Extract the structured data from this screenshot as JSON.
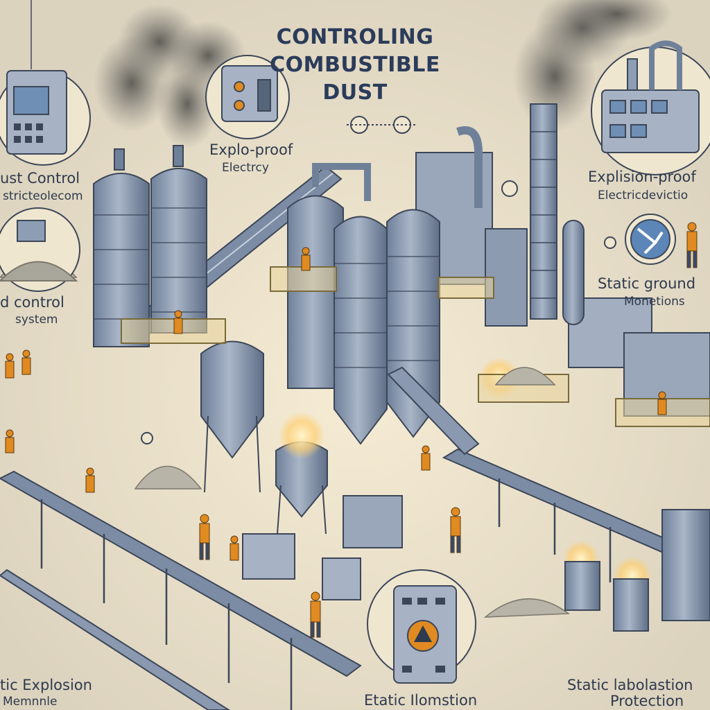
{
  "title": {
    "line1": "CONTROLING",
    "line2": "COMBUSTIBLE",
    "line3": "DUST"
  },
  "labels": {
    "top_left_1": "ust Control",
    "top_left_2": "stricteolecom",
    "mid_left_1": "d control",
    "mid_left_2": "system",
    "center_top_1": "Explo-proof",
    "center_top_2": "Electrcy",
    "top_right_1": "Explision-proof",
    "top_right_2": "Electricdevictio",
    "right_mid_1": "Static ground",
    "right_mid_2": "Monetions",
    "bottom_left_1": "tic Explosion",
    "bottom_left_2": "Memnnle",
    "bottom_center": "Etatic Ilomstion",
    "bottom_right_1": "Static labolastion",
    "bottom_right_2": "Protection"
  },
  "icons": [
    "control-panel-icon",
    "switch-box-icon",
    "grounding-icon",
    "explosion-warning-icon",
    "pressure-gauge-icon"
  ],
  "colors": {
    "background": "#efe6cf",
    "steel": "#8c9db4",
    "steel_dark": "#56657a",
    "worker_orange": "#e08a22",
    "glow": "#ffd27a",
    "smoke": "#4a4a4a",
    "text": "#2e3a4d"
  }
}
